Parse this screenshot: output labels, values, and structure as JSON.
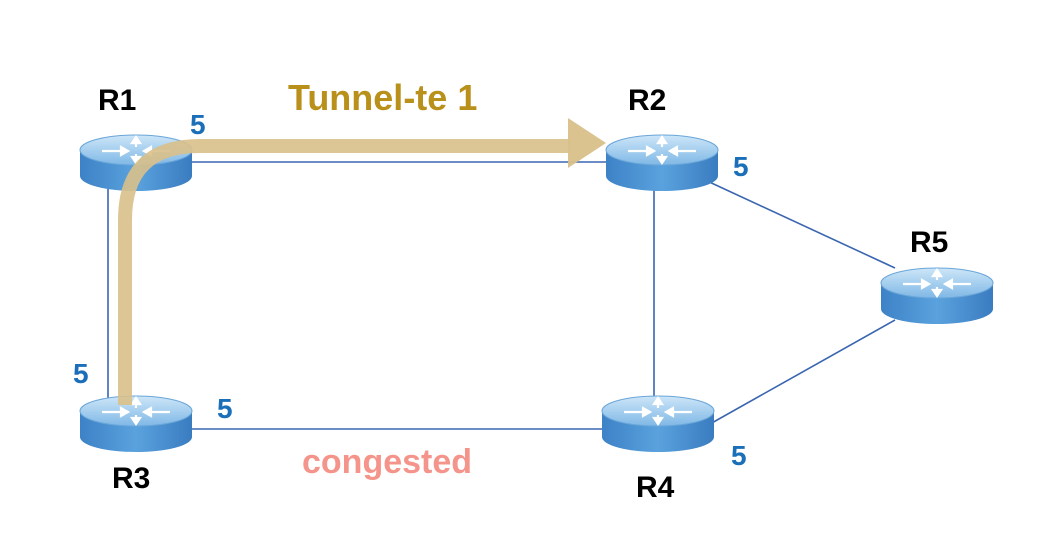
{
  "routers": [
    {
      "id": "R1",
      "label": "R1"
    },
    {
      "id": "R2",
      "label": "R2"
    },
    {
      "id": "R3",
      "label": "R3"
    },
    {
      "id": "R4",
      "label": "R4"
    },
    {
      "id": "R5",
      "label": "R5"
    }
  ],
  "links": [
    {
      "from": "R1",
      "to": "R2"
    },
    {
      "from": "R1",
      "to": "R3"
    },
    {
      "from": "R3",
      "to": "R4",
      "status": "congested"
    },
    {
      "from": "R2",
      "to": "R4"
    },
    {
      "from": "R2",
      "to": "R5"
    },
    {
      "from": "R4",
      "to": "R5"
    }
  ],
  "metrics": {
    "r1_r2": "5",
    "r2_r5": "5",
    "r1_r3": "5",
    "r3_r4": "5",
    "r4_r5": "5"
  },
  "tunnel": {
    "label": "Tunnel-te 1",
    "path": [
      "R3",
      "R1",
      "R2"
    ]
  },
  "annotations": {
    "congested": "congested"
  },
  "colors": {
    "link": "#3a66b0",
    "metric": "#1a6fb8",
    "tunnel": "#d9c08a",
    "tunnel_label": "#b8901a",
    "congested": "#f4948a",
    "router_top": "#a9d2f0",
    "router_body": "#4a8fd0"
  }
}
